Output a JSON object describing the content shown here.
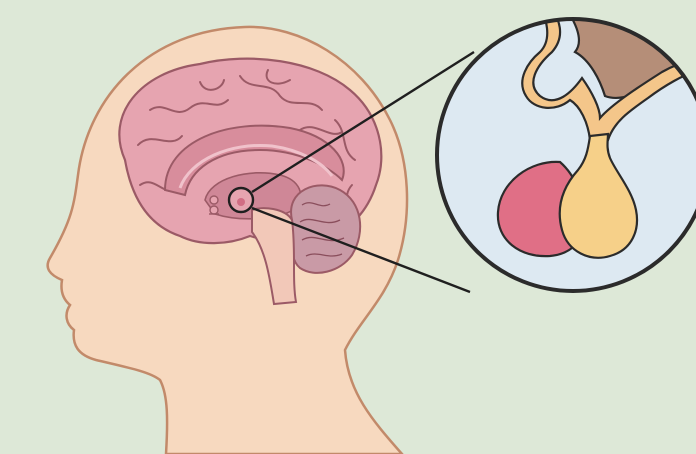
{
  "diagram": {
    "structures": [
      {
        "id": "head",
        "icon": "head-profile-icon"
      },
      {
        "id": "brain",
        "icon": "brain-icon"
      },
      {
        "id": "pituitary",
        "icon": "pituitary-gland-icon"
      },
      {
        "id": "magnifier",
        "icon": "zoom-inset-icon"
      }
    ],
    "colors": {
      "background": "#dde8d7",
      "skin": "#f7d9bf",
      "skin_outline": "#c28a6a",
      "brain_fill": "#e6a4b0",
      "brain_outline": "#9b5a66",
      "brain_dark": "#b77a88",
      "brainstem": "#f2c8b8",
      "cerebellum": "#c99aa6",
      "inset_bg": "#dde9f2",
      "inset_ring": "#2b2b2b",
      "anterior_lobe": "#e06f86",
      "posterior_lobe": "#f6d089",
      "stalk": "#f4c68a",
      "tissue_brown": "#b58e78"
    }
  }
}
